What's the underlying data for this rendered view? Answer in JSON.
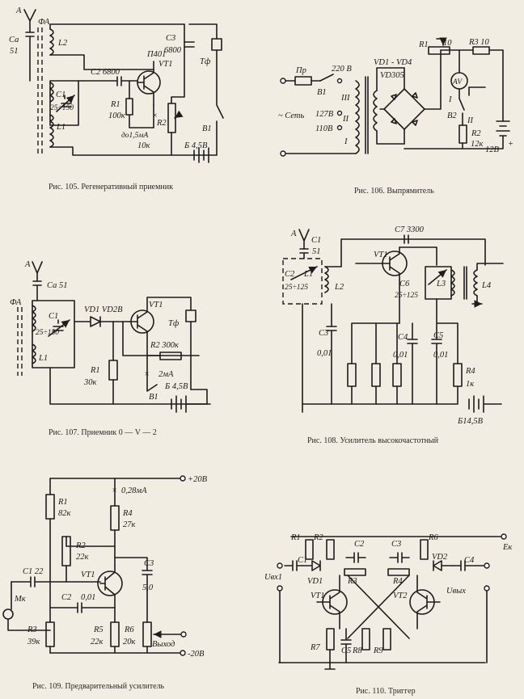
{
  "captions": {
    "fig105": "Рис. 105. Регенеративный приемник",
    "fig106": "Рис. 106. Выпрямитель",
    "fig107": "Рис. 107. Приемник 0 — V — 2",
    "fig108": "Рис. 108. Усилитель высокочастотный",
    "fig109": "Рис. 109. Предварительный усилитель",
    "fig110": "Рис. 110. Триггер"
  },
  "fig105": {
    "antenna": "А",
    "fa": "ФА",
    "ca": "Са",
    "ca_val": "51",
    "l2": "L2",
    "c1": "C1",
    "c1_val": "25÷150",
    "l1": "L1",
    "c2": "C2 6800",
    "transistor": "П401",
    "vt": "VT1",
    "c3": "C3",
    "c3_val": "6800",
    "tf": "Тф",
    "r1": "R1",
    "r1_val": "100к",
    "r2": "R2",
    "current": "до1,5мА",
    "r2_val": "10к",
    "switch": "В1",
    "battery": "Б 4,5В"
  },
  "fig106": {
    "fuse": "Пр",
    "v220": "220 В",
    "b1": "В1",
    "v127": "127В",
    "v110": "110В",
    "w3": "III",
    "w2": "II",
    "w1": "I",
    "mains": "~ Сеть",
    "diodes": "VD1 - VD4",
    "diode_type": "VD305",
    "r1": "R1",
    "r1_val": "10",
    "r3": "R3 10",
    "meter": "AV",
    "i_mark": "I",
    "b2": "В2",
    "ii_mark": "II",
    "r2": "R2",
    "r2_val": "12к",
    "v12": "12В",
    "plus": "+"
  },
  "fig107": {
    "antenna": "А",
    "ca": "Са 51",
    "fa": "ФА",
    "c1": "C1",
    "c1_val": "25÷150",
    "l1": "L1",
    "diode": "VD1 VD2В",
    "vt": "VT1",
    "tf": "Тф",
    "r2": "R2 300к",
    "r1": "R1",
    "r1_val": "30к",
    "current": "2мА",
    "switch": "В1",
    "battery": "Б 4,5В"
  },
  "fig108": {
    "antenna": "А",
    "c1": "C1",
    "c1_val": "51",
    "c7": "C7  3300",
    "vt": "VT1",
    "c2": "C2",
    "l1": "L1",
    "c2_val": "25÷125",
    "l2": "L2",
    "c6": "C6",
    "c6_val": "25÷125",
    "l3": "L3",
    "l4": "L4",
    "c3": "C3",
    "c3_val": "0,01",
    "c4": "C4",
    "c4_val": "0,01",
    "c5": "C5",
    "c5_val": "0,01",
    "r4": "R4",
    "r4_val": "1к",
    "battery": "Б14,5В"
  },
  "fig109": {
    "v_plus": "+20В",
    "v_minus": "-20В",
    "current": "0,28мА",
    "r1": "R1",
    "r1_val": "82к",
    "r4": "R4",
    "r4_val": "27к",
    "r2": "R2",
    "r2_val": "22к",
    "c1": "C1 22",
    "vt": "VT1",
    "c3": "C3",
    "c3_val": "5,0",
    "c2": "C2",
    "c2_val": "0,01",
    "mk": "Мк",
    "r3": "R3",
    "r3_val": "39к",
    "r5": "R5",
    "r5_val": "22к",
    "r6": "R6",
    "r6_val": "20к",
    "out": "Выход"
  },
  "fig110": {
    "r1": "R1",
    "r2": "R2",
    "c2": "C2",
    "c3": "C3",
    "r6": "R6",
    "ek": "Eк",
    "c1": "C1",
    "c4": "C4",
    "vd1": "VD1",
    "vd2": "VD2",
    "r3": "R3",
    "r4": "R4",
    "uin": "Uвх1",
    "uout": "Uвых",
    "vt1": "VT1",
    "vt2": "VT2",
    "r7": "R7",
    "c5": "C5",
    "r8": "R8",
    "r9": "R9"
  }
}
